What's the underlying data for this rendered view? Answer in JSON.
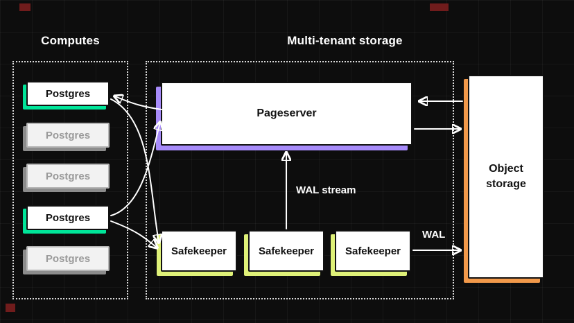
{
  "computes": {
    "heading": "Computes",
    "items": [
      {
        "label": "Postgres",
        "state": "active"
      },
      {
        "label": "Postgres",
        "state": "inactive"
      },
      {
        "label": "Postgres",
        "state": "inactive"
      },
      {
        "label": "Postgres",
        "state": "active"
      },
      {
        "label": "Postgres",
        "state": "inactive"
      }
    ]
  },
  "storage": {
    "heading": "Multi-tenant storage",
    "pageserver": {
      "label": "Pageserver"
    },
    "safekeepers": [
      {
        "label": "Safekeeper"
      },
      {
        "label": "Safekeeper"
      },
      {
        "label": "Safekeeper"
      }
    ],
    "wal_stream_label": "WAL stream",
    "wal_label": "WAL"
  },
  "object_storage": {
    "label": "Object storage"
  },
  "colors": {
    "background": "#0d0d0d",
    "postgres_active_accent": "#00e599",
    "postgres_inactive_accent": "#8c8c8c",
    "pageserver_accent": "#a78bfa",
    "safekeeper_accent": "#dff178",
    "object_storage_accent": "#f2994a",
    "arrow_color": "#ffffff",
    "decor_red": "#701c1c"
  }
}
